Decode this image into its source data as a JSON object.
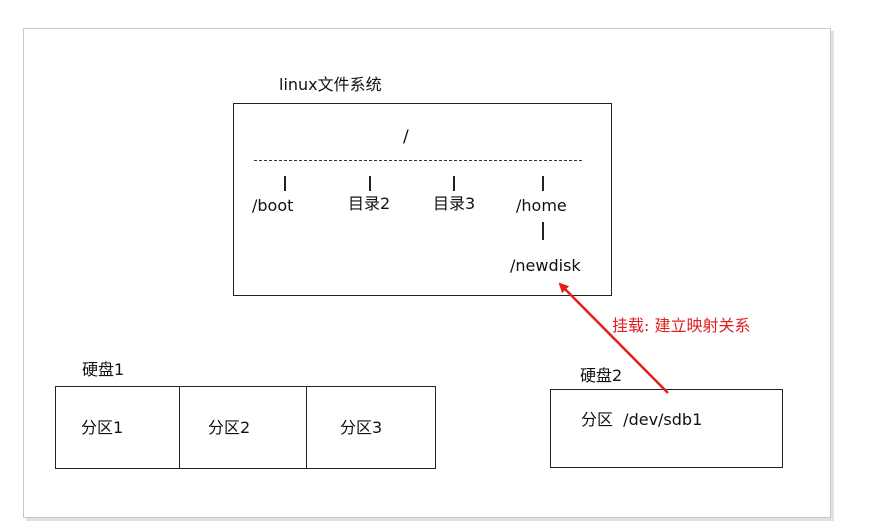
{
  "diagram": {
    "fs_title": "linux文件系统",
    "root": "/",
    "dirs": [
      "/boot",
      "目录2",
      "目录3",
      "/home"
    ],
    "subdir": "/newdisk",
    "disk1": {
      "label": "硬盘1",
      "partitions": [
        "分区1",
        "分区2",
        "分区3"
      ]
    },
    "disk2": {
      "label": "硬盘2",
      "partition": "分区  /dev/sdb1"
    },
    "mount_note": "挂载: 建立映射关系",
    "colors": {
      "arrow": "#e0201e",
      "line": "#222222"
    }
  }
}
